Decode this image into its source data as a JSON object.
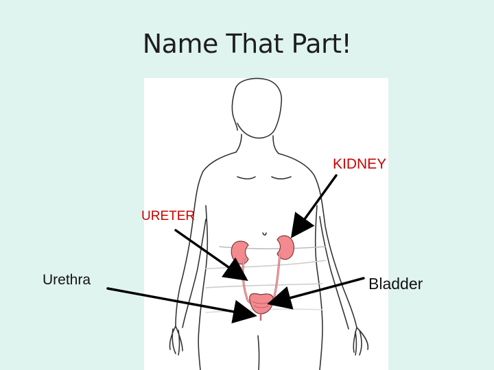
{
  "title": "Name That Part!",
  "labels": {
    "kidney": "KIDNEY",
    "ureter": "URETER",
    "urethra": "Urethra",
    "bladder": "Bladder"
  },
  "colors": {
    "background": "#dff3ef",
    "panel": "#ffffff",
    "organ": "#f28a8f",
    "organ_outline": "#7a3a3a",
    "label_red": "#cc0000",
    "label_black": "#111111",
    "arrow": "#000000"
  }
}
